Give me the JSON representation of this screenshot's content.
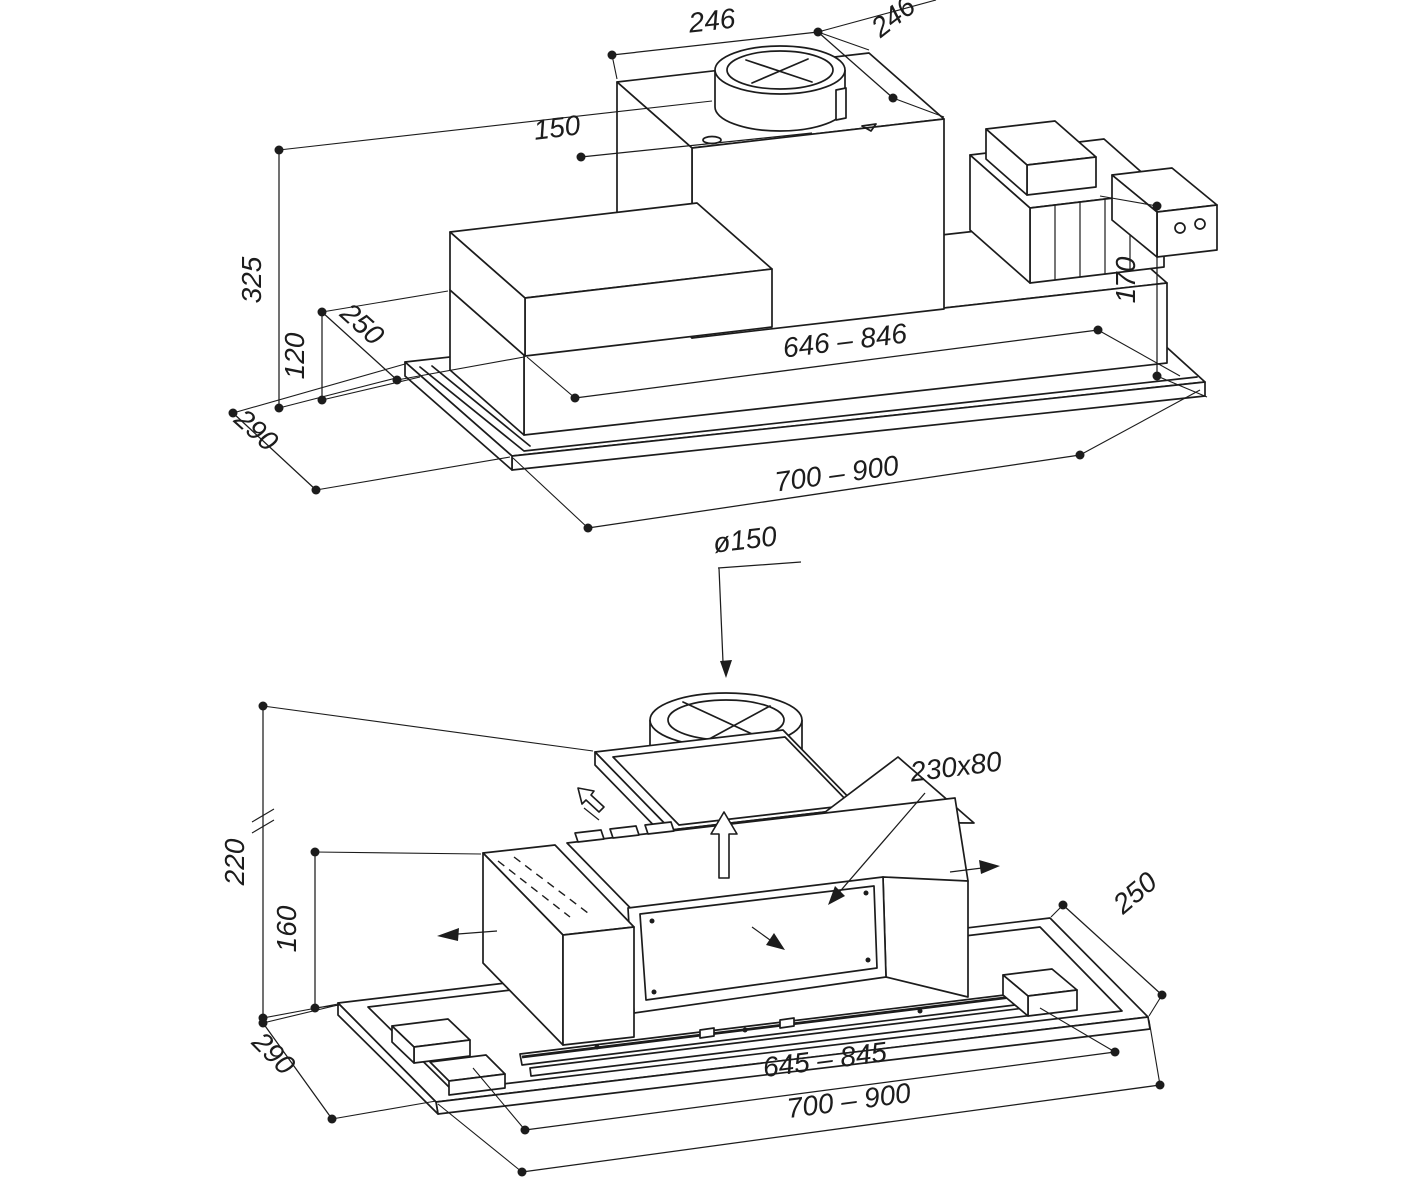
{
  "colors": {
    "line": "#1c1c1c",
    "background": "#ffffff"
  },
  "top_view": {
    "dim_top_width": "246",
    "dim_top_depth": "246",
    "dim_duct_offset": "150",
    "dim_total_height": "325",
    "dim_body_height": "120",
    "dim_step_depth": "250",
    "dim_inner_width": "646  –  846",
    "dim_right_height": "170",
    "dim_frame_depth": "290",
    "dim_overall_width": "700  –  900"
  },
  "bottom_view": {
    "dim_duct_diameter": "ø150",
    "dim_total_height": "220",
    "dim_body_height": "160",
    "dim_outlet_size": "230x80",
    "dim_right_depth": "250",
    "dim_frame_depth": "290",
    "dim_inner_width": "645  –  845",
    "dim_overall_width": "700  –  900"
  }
}
